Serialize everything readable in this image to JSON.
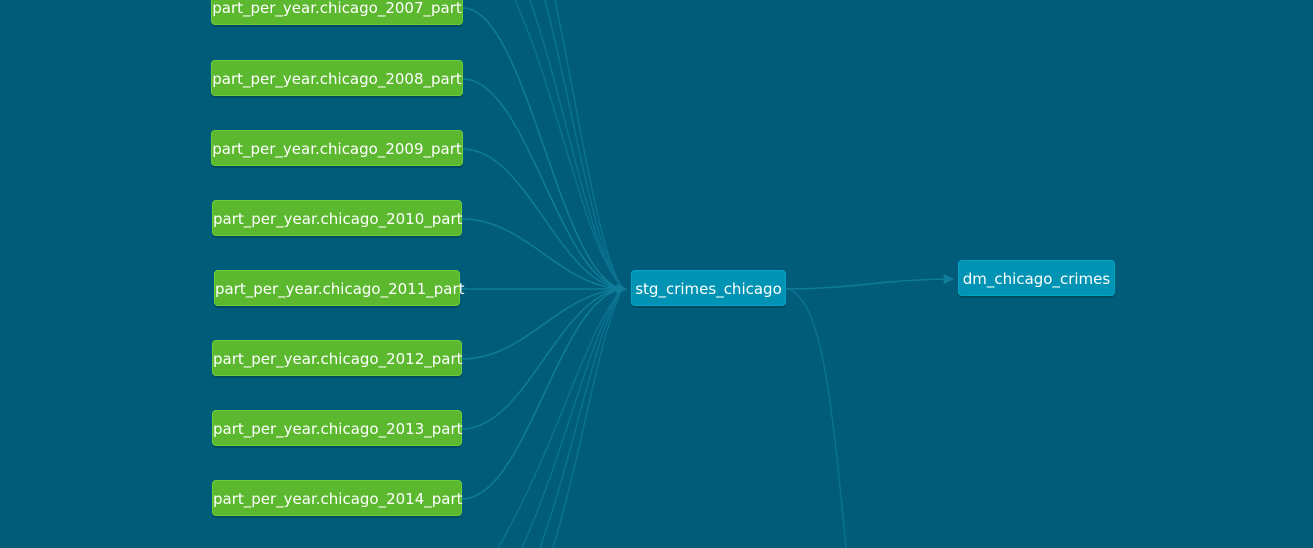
{
  "colors": {
    "background": "#005c78",
    "source_node": "#5cb82e",
    "model_node": "#0093b3",
    "edge": "#0f7c99"
  },
  "nodes": {
    "chicago_2007": "part_per_year.chicago_2007_part",
    "chicago_2008": "part_per_year.chicago_2008_part",
    "chicago_2009": "part_per_year.chicago_2009_part",
    "chicago_2010": "part_per_year.chicago_2010_part",
    "chicago_2011": "part_per_year.chicago_2011_part",
    "chicago_2012": "part_per_year.chicago_2012_part",
    "chicago_2013": "part_per_year.chicago_2013_part",
    "chicago_2014": "part_per_year.chicago_2014_part",
    "stg": "stg_crimes_chicago",
    "dm": "dm_chicago_crimes"
  },
  "edges": [
    [
      "chicago_2007",
      "stg"
    ],
    [
      "chicago_2008",
      "stg"
    ],
    [
      "chicago_2009",
      "stg"
    ],
    [
      "chicago_2010",
      "stg"
    ],
    [
      "chicago_2011",
      "stg"
    ],
    [
      "chicago_2012",
      "stg"
    ],
    [
      "chicago_2013",
      "stg"
    ],
    [
      "chicago_2014",
      "stg"
    ],
    [
      "stg",
      "dm"
    ]
  ]
}
